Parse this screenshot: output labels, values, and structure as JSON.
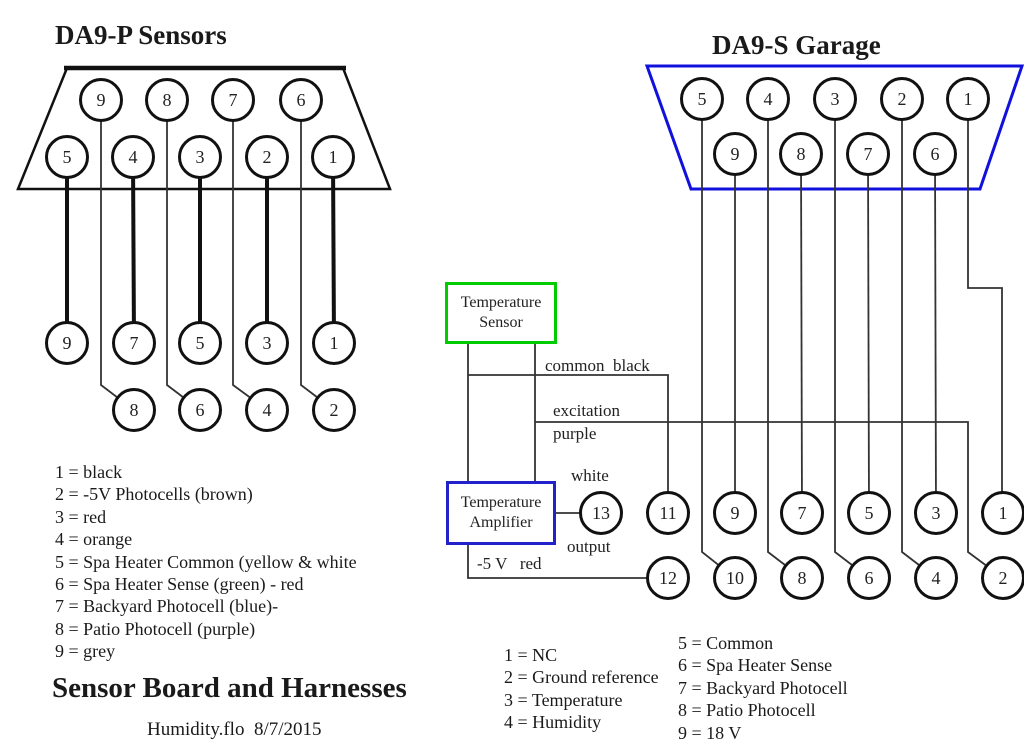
{
  "left_panel": {
    "title": "DA9-P Sensors",
    "connector_pins_top": [
      "9",
      "8",
      "7",
      "6"
    ],
    "connector_pins_bottom": [
      "5",
      "4",
      "3",
      "2",
      "1"
    ],
    "harness_row1": [
      "9",
      "7",
      "5",
      "3",
      "1"
    ],
    "harness_row2": [
      "8",
      "6",
      "4",
      "2"
    ],
    "legend": [
      "1 = black",
      "2 = -5V Photocells (brown)",
      "3 = red",
      "4 = orange",
      "5 = Spa Heater Common (yellow & white",
      "6 = Spa Heater Sense (green) - red",
      "7 = Backyard Photocell (blue)-",
      "8 = Patio Photocell (purple)",
      "9 = grey"
    ],
    "footer_title": "Sensor Board and Harnesses",
    "footer_note": "Humidity.flo  8/7/2015"
  },
  "right_panel": {
    "title": "DA9-S Garage",
    "connector_pins_top": [
      "5",
      "4",
      "3",
      "2",
      "1"
    ],
    "connector_pins_bottom": [
      "9",
      "8",
      "7",
      "6"
    ],
    "board_pins_top": [
      "13",
      "11",
      "9",
      "7",
      "5",
      "3",
      "1"
    ],
    "board_pins_bottom": [
      "12",
      "10",
      "8",
      "6",
      "4",
      "2"
    ],
    "sensor_box": {
      "line1": "Temperature",
      "line2": "Sensor"
    },
    "amplifier_box": {
      "line1": "Temperature",
      "line2": "Amplifier"
    },
    "wire_labels": {
      "common": "common  black",
      "excitation": "excitation",
      "excitation_color": "purple",
      "white": "white",
      "output": "output",
      "minus5v": "-5 V   red"
    },
    "legend_col1": [
      "1 = NC",
      "2 = Ground reference",
      "3 = Temperature",
      "4 = Humidity"
    ],
    "legend_col2": [
      "5 = Common",
      "6 = Spa Heater Sense",
      "7 = Backyard Photocell",
      "8 = Patio Photocell",
      "9 = 18 V"
    ]
  },
  "colors": {
    "sensor_box_border": "#00cc00",
    "amplifier_box_border": "#2222cc",
    "garage_connector_outline": "#1111dd",
    "sensors_connector_outline": "#111111",
    "wire": "#333333",
    "thick_wire": "#111111"
  }
}
